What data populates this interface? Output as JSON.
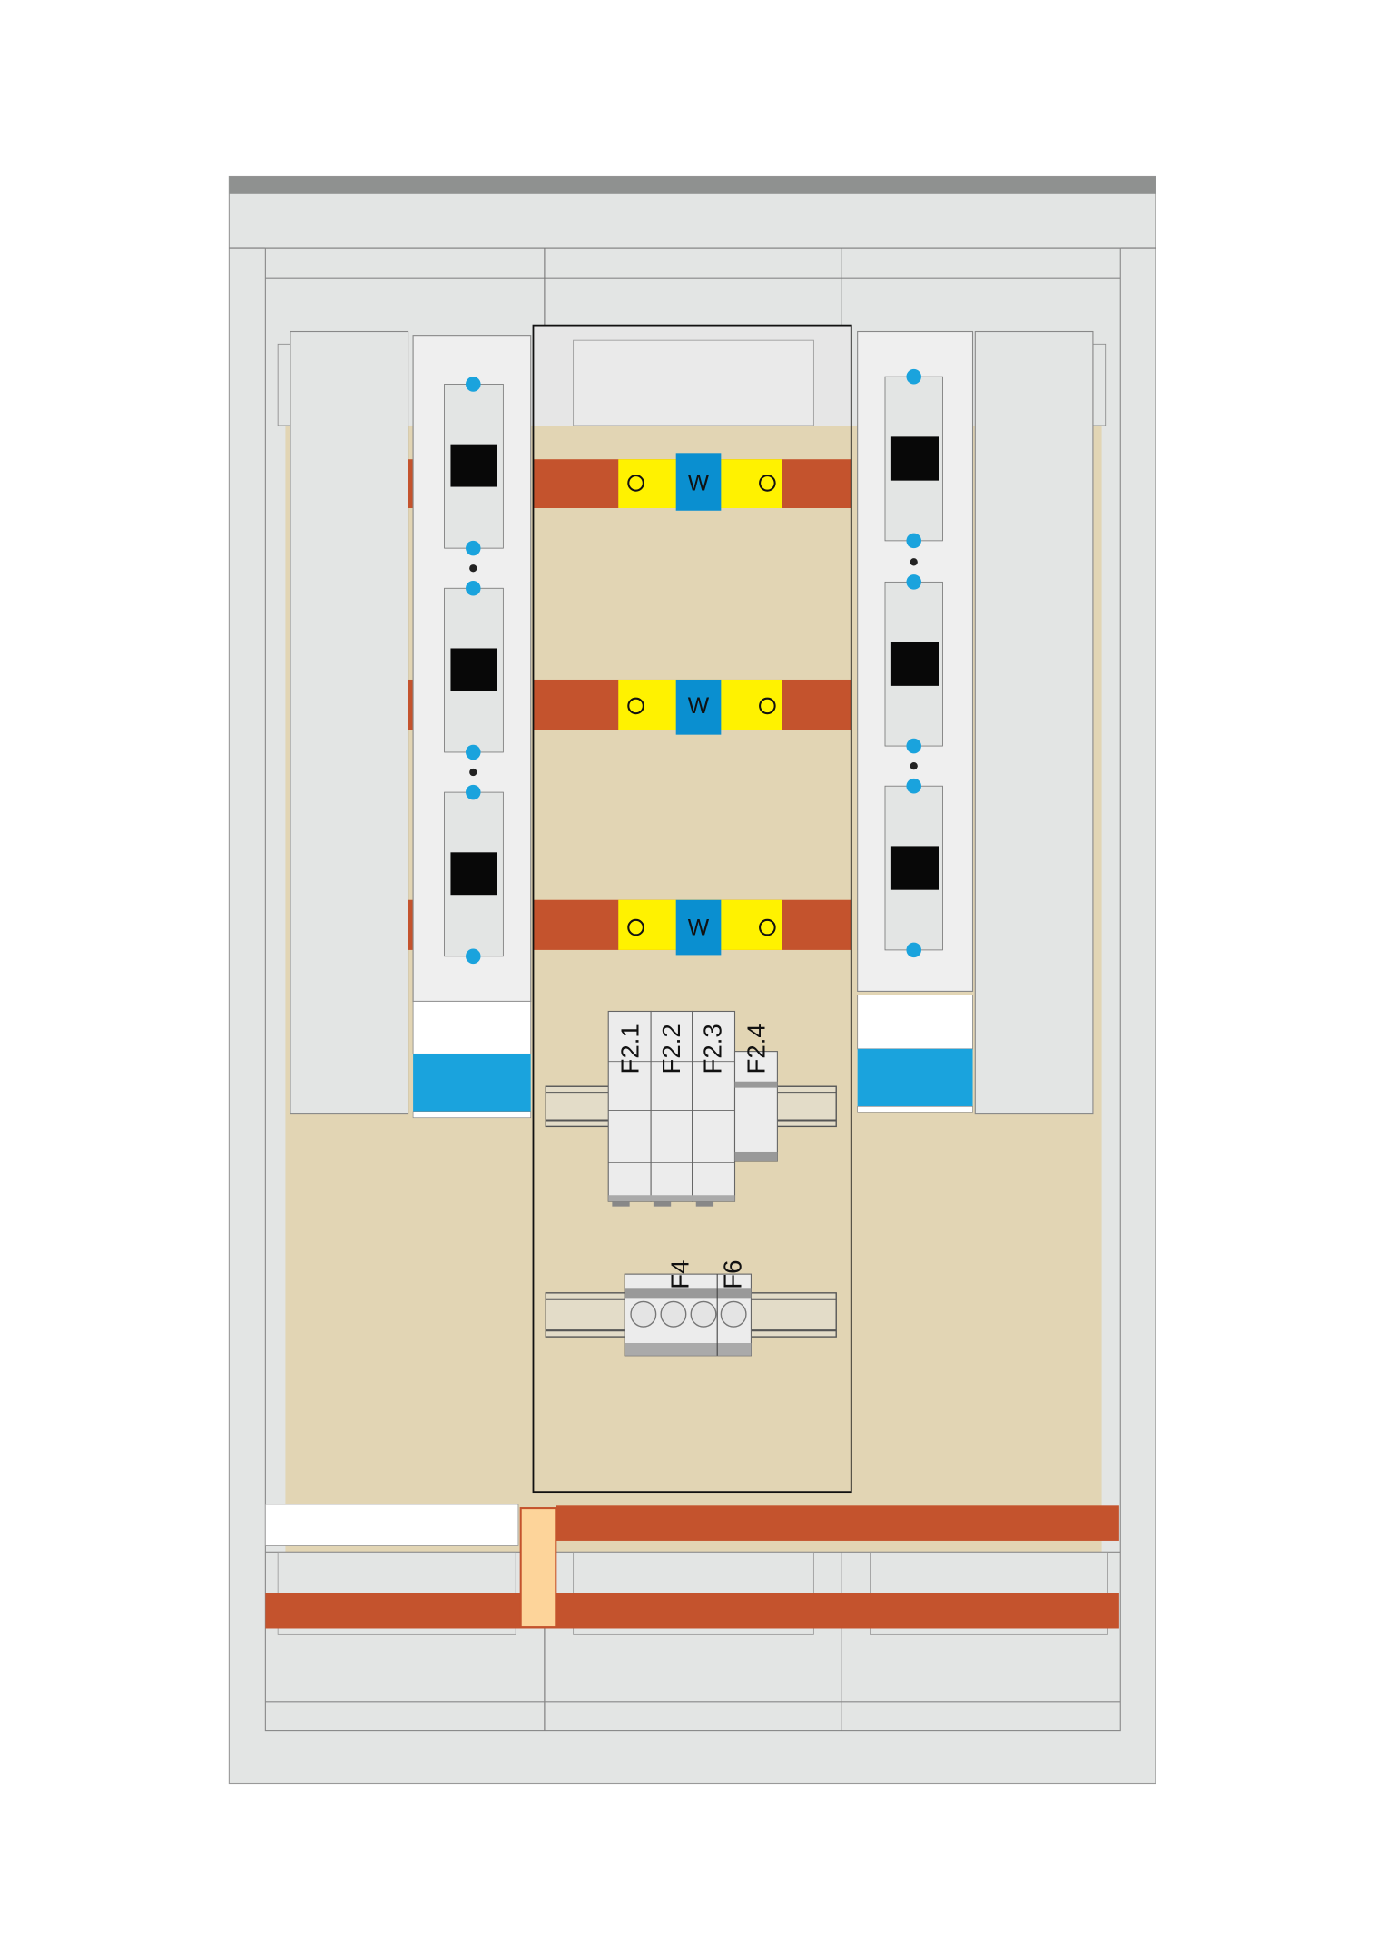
{
  "colors": {
    "cabinet": "#e3e5e4",
    "cabinet_top": "#8f9190",
    "mounting_plate": "#e2d5b4",
    "busbar": "#c4532d",
    "terminal_yellow": "#fff200",
    "terminal_blue": "#0a8fd0",
    "accent_blue": "#1aa3dd",
    "module": "#efefef",
    "link": "#fdd49a"
  },
  "busbar_terminals": [
    {
      "label": "W"
    },
    {
      "label": "W"
    },
    {
      "label": "W"
    }
  ],
  "breakers": [
    {
      "label": "F2.1"
    },
    {
      "label": "F2.2"
    },
    {
      "label": "F2.3"
    },
    {
      "label": "F2.4"
    }
  ],
  "fuses": [
    {
      "label": "F4"
    },
    {
      "label": "F6"
    }
  ]
}
